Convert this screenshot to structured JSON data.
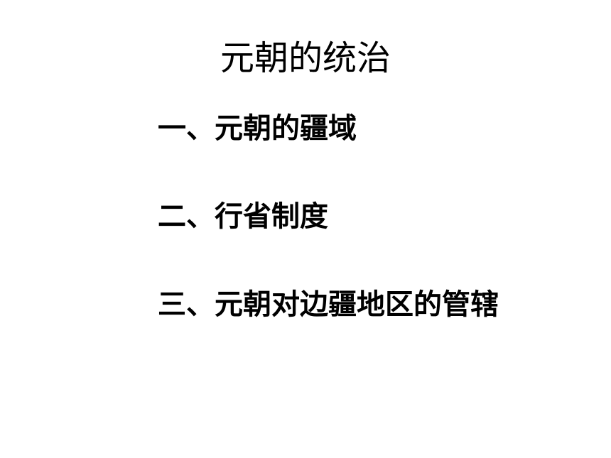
{
  "slide": {
    "title": "元朝的统治",
    "items": [
      {
        "label": "一、元朝的疆域"
      },
      {
        "label": "二、行省制度"
      },
      {
        "label": "三、元朝对边疆地区的管辖"
      }
    ]
  }
}
